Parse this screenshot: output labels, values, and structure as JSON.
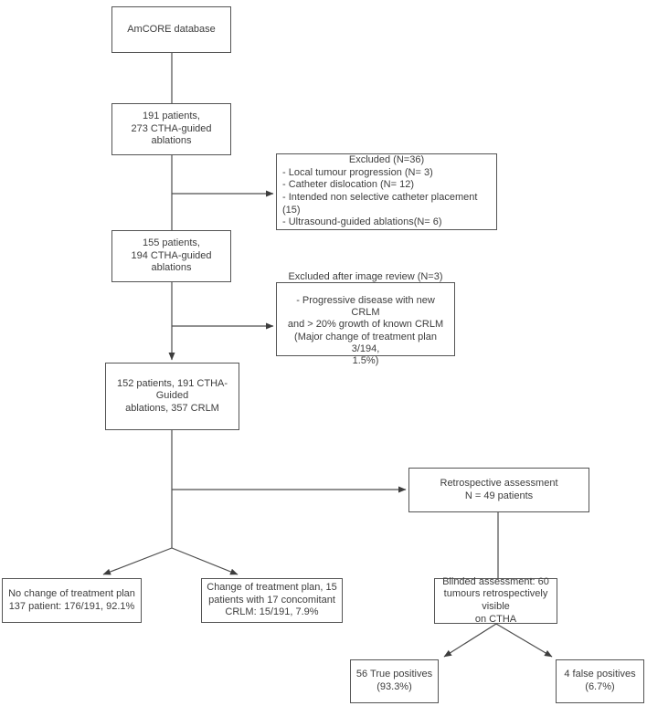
{
  "figure": {
    "background_color": "#ffffff",
    "line_color": "#4d4d4d",
    "border_color": "#545454",
    "nodes": {
      "amcore": {
        "text": "AmCORE database"
      },
      "cohort_191": {
        "text": "191 patients,\n273 CTHA-guided ablations"
      },
      "excluded_36": {
        "title": "Excluded (N=36)",
        "items": [
          "- Local tumour progression (N= 3)",
          "- Catheter dislocation (N= 12)",
          "- Intended non selective catheter placement (15)",
          "- Ultrasound-guided ablations(N= 6)"
        ]
      },
      "cohort_155": {
        "text": "155 patients,\n194 CTHA-guided ablations"
      },
      "excluded_review": {
        "title": "Excluded after image review (N=3)",
        "body": "- Progressive disease with new CRLM\nand > 20% growth of known CRLM\n(Major change of treatment plan 3/194,\n1.5%)"
      },
      "cohort_152": {
        "text": "152 patients, 191 CTHA-Guided\nablations, 357 CRLM"
      },
      "retrospective": {
        "text": "Retrospective assessment\nN = 49 patients"
      },
      "no_change": {
        "text": "No change of treatment plan\n137 patient: 176/191, 92.1%"
      },
      "change": {
        "text": "Change of treatment plan, 15\npatients with 17 concomitant\nCRLM: 15/191, 7.9%"
      },
      "blinded": {
        "text": "Blinded assessment: 60\ntumours retrospectively visible\non CTHA"
      },
      "true_positives": {
        "text": "56 True positives\n(93.3%)"
      },
      "false_positives": {
        "text": "4 false positives\n(6.7%)"
      }
    }
  }
}
